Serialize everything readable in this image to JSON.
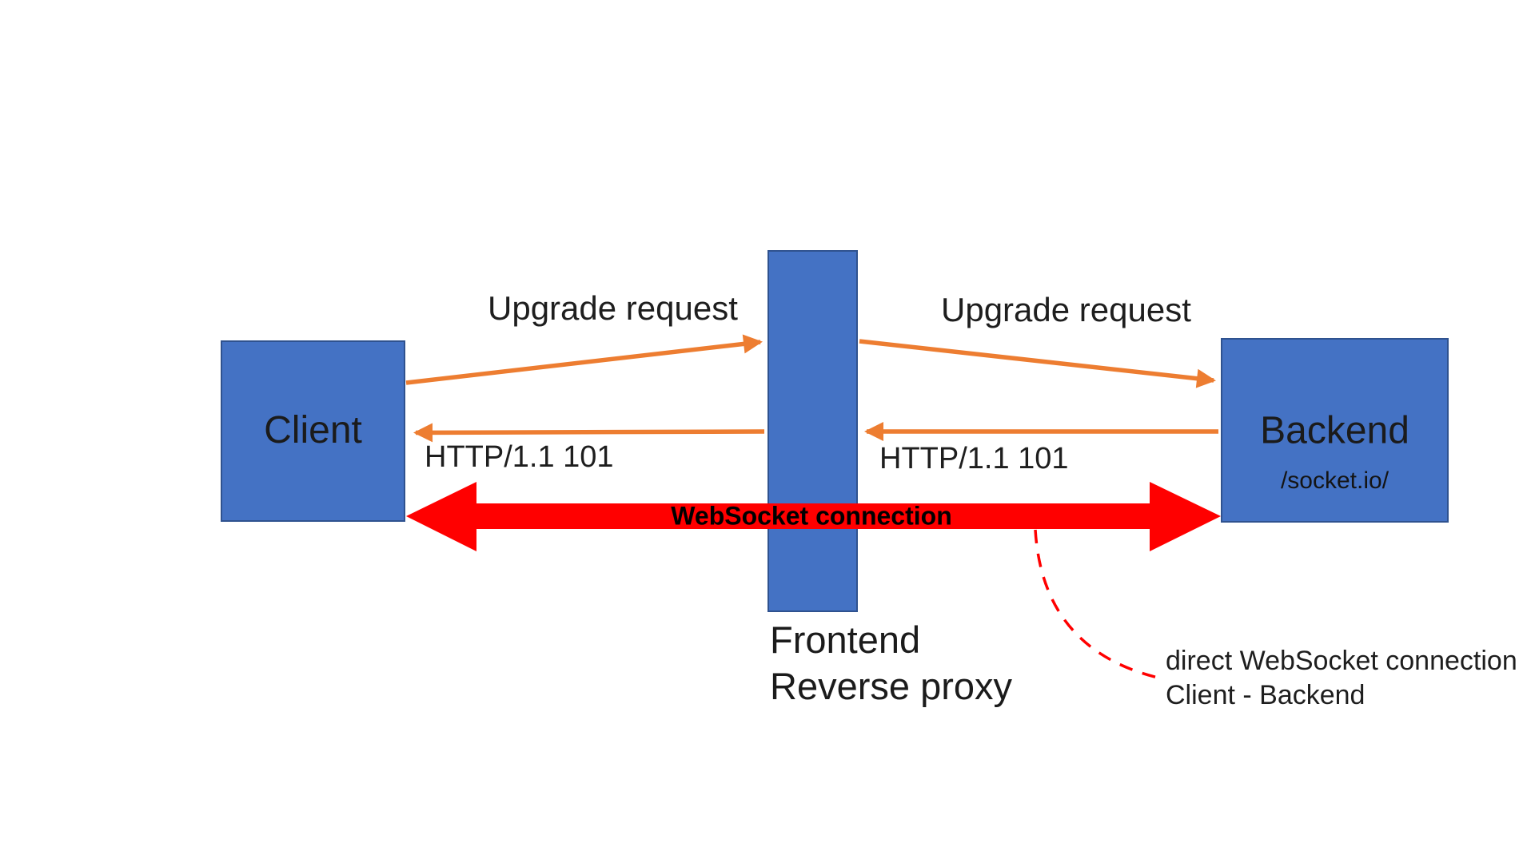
{
  "nodes": {
    "client": {
      "label": "Client"
    },
    "frontend_proxy": {
      "label_line1": "Frontend",
      "label_line2": "Reverse proxy"
    },
    "backend": {
      "label": "Backend",
      "path": "/socket.io/"
    }
  },
  "messages": {
    "upgrade_request_left": "Upgrade request",
    "upgrade_request_right": "Upgrade request",
    "http_101_left": "HTTP/1.1 101",
    "http_101_right": "HTTP/1.1 101",
    "websocket_connection": "WebSocket connection"
  },
  "annotation": {
    "line1": "direct WebSocket connection",
    "line2": "Client - Backend"
  },
  "colors": {
    "node_fill": "#4472C4",
    "node_border": "#2F528F",
    "arrow_orange": "#ED7D31",
    "arrow_red": "#FF0000",
    "text_color": "#1e1e1e"
  }
}
